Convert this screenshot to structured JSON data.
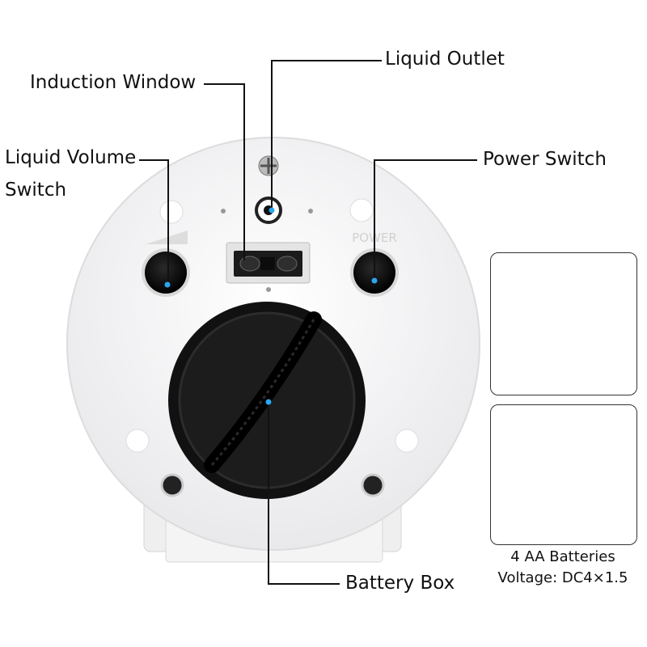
{
  "labels": {
    "liquid_outlet": "Liquid Outlet",
    "induction_window": "Induction Window",
    "liquid_volume_switch_line1": "Liquid Volume",
    "liquid_volume_switch_line2": "Switch",
    "power_switch": "Power Switch",
    "battery_box": "Battery Box"
  },
  "device_markings": {
    "power": "POWER"
  },
  "battery_panel": {
    "caption_line1": "4 AA Batteries",
    "caption_line2": "Voltage: DC4×1.5",
    "battery_count": 4
  },
  "colors": {
    "leader_line": "#111111",
    "dot": "#2aa6f0",
    "device_body": "#f7f7f7",
    "battery_copper": "#c8742a",
    "battery_black": "#141414"
  }
}
